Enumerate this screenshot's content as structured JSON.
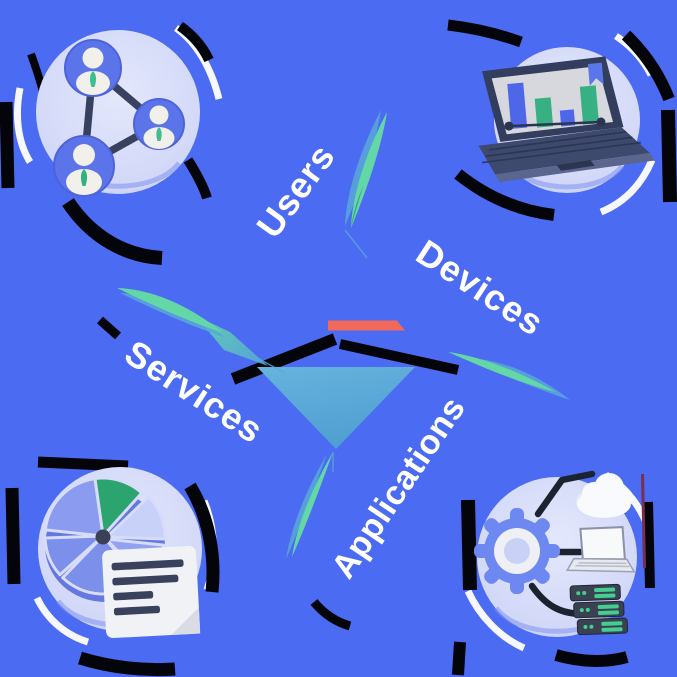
{
  "diagram": {
    "type": "cycle",
    "nodes": [
      {
        "id": "users",
        "label": "Users",
        "icon": "users-network-icon",
        "position": "top-left"
      },
      {
        "id": "devices",
        "label": "Devices",
        "icon": "laptop-bar-chart-icon",
        "position": "top-right"
      },
      {
        "id": "services",
        "label": "Services",
        "icon": "pie-chart-report-icon",
        "position": "bottom-left"
      },
      {
        "id": "applications",
        "label": "Applications",
        "icon": "gear-cloud-server-icon",
        "position": "bottom-right"
      }
    ],
    "colors": {
      "background": "#4B6BF2",
      "lavender": "#D7DCF8",
      "label": "#FFFFFF",
      "green": "#63D8A6",
      "green-dark": "#2BA46F",
      "teal": "#58A8D8",
      "red": "#F0695B",
      "navy": "#353F5E"
    }
  }
}
